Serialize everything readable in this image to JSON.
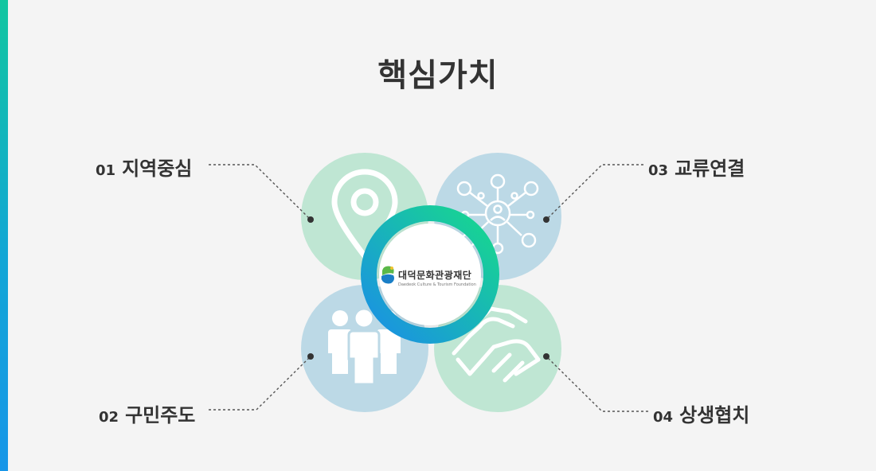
{
  "title": "핵심가치",
  "values": [
    {
      "num": "01",
      "label": "지역중심",
      "icon": "location-pin-icon"
    },
    {
      "num": "02",
      "label": "구민주도",
      "icon": "people-icon"
    },
    {
      "num": "03",
      "label": "교류연결",
      "icon": "network-icon"
    },
    {
      "num": "04",
      "label": "상생협치",
      "icon": "handshake-icon"
    }
  ],
  "logo": {
    "name": "대덕문화관광재단",
    "subtitle": "Daedeok Culture & Tourism Foundation"
  },
  "colors": {
    "accent": "#12b3c8",
    "green_circle": "#bfe6d3",
    "blue_circle": "#bcd9e6",
    "ring_start": "#1a8fe6",
    "ring_end": "#17d98c"
  }
}
